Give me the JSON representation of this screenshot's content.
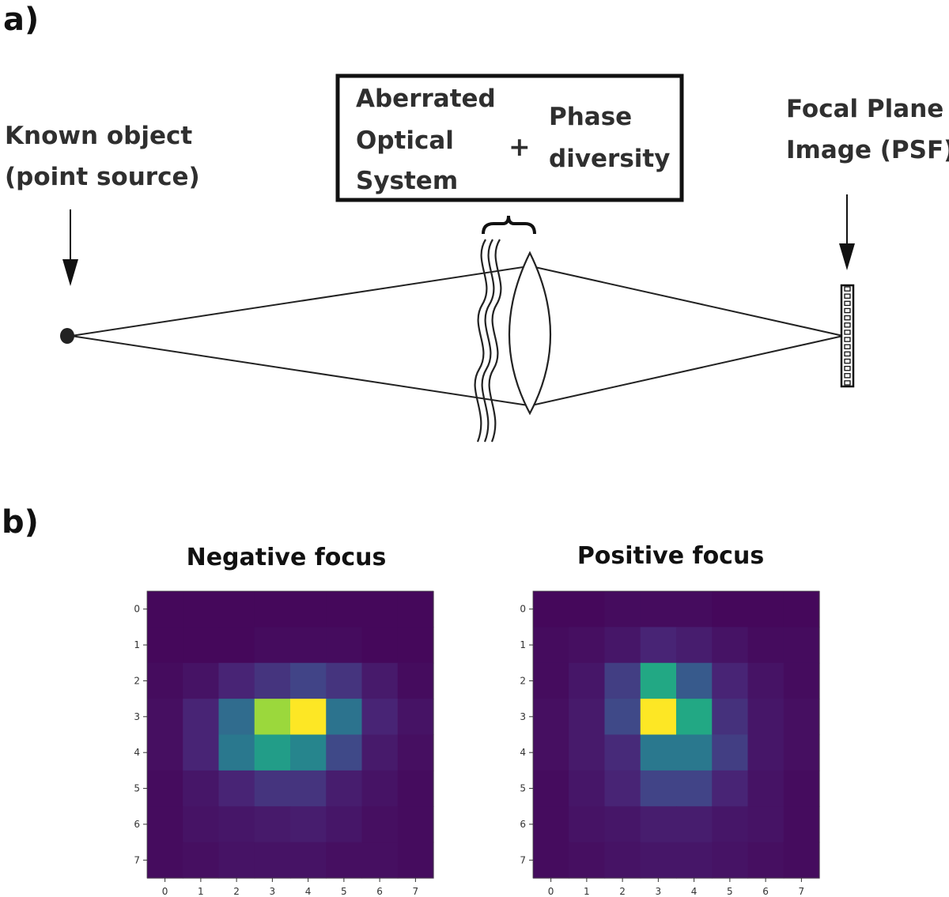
{
  "panel_a": {
    "label": "a)",
    "source": {
      "line1": "Known object",
      "line2": "(point source)"
    },
    "box": {
      "left": {
        "line1": "Aberrated",
        "line2": "Optical",
        "line3": "System"
      },
      "plus": "+",
      "right": {
        "line1": "Phase",
        "line2": "diversity"
      }
    },
    "detector": {
      "line1": "Focal Plane",
      "line2": "Image (PSF)"
    }
  },
  "panel_b": {
    "label": "b)",
    "charts": [
      {
        "title": "Negative focus"
      },
      {
        "title": "Positive focus"
      }
    ]
  },
  "chart_data": [
    {
      "type": "heatmap",
      "title": "Negative focus",
      "x": [
        0,
        1,
        2,
        3,
        4,
        5,
        6,
        7
      ],
      "y": [
        0,
        1,
        2,
        3,
        4,
        5,
        6,
        7
      ],
      "xlim": [
        -0.5,
        7.5
      ],
      "ylim": [
        7.5,
        -0.5
      ],
      "colormap": "viridis",
      "values": [
        [
          0.02,
          0.02,
          0.02,
          0.02,
          0.02,
          0.02,
          0.02,
          0.02
        ],
        [
          0.02,
          0.02,
          0.02,
          0.03,
          0.03,
          0.03,
          0.02,
          0.02
        ],
        [
          0.03,
          0.05,
          0.1,
          0.15,
          0.2,
          0.15,
          0.07,
          0.03
        ],
        [
          0.04,
          0.1,
          0.35,
          0.85,
          1.0,
          0.38,
          0.1,
          0.05
        ],
        [
          0.04,
          0.1,
          0.4,
          0.55,
          0.45,
          0.22,
          0.07,
          0.04
        ],
        [
          0.03,
          0.06,
          0.1,
          0.15,
          0.15,
          0.08,
          0.05,
          0.03
        ],
        [
          0.03,
          0.05,
          0.06,
          0.07,
          0.08,
          0.06,
          0.04,
          0.03
        ],
        [
          0.03,
          0.04,
          0.05,
          0.05,
          0.05,
          0.04,
          0.04,
          0.03
        ]
      ]
    },
    {
      "type": "heatmap",
      "title": "Positive focus",
      "x": [
        0,
        1,
        2,
        3,
        4,
        5,
        6,
        7
      ],
      "y": [
        0,
        1,
        2,
        3,
        4,
        5,
        6,
        7
      ],
      "xlim": [
        -0.5,
        7.5
      ],
      "ylim": [
        7.5,
        -0.5
      ],
      "colormap": "viridis",
      "values": [
        [
          0.02,
          0.02,
          0.03,
          0.03,
          0.03,
          0.02,
          0.02,
          0.02
        ],
        [
          0.03,
          0.04,
          0.06,
          0.1,
          0.08,
          0.05,
          0.03,
          0.03
        ],
        [
          0.03,
          0.06,
          0.18,
          0.6,
          0.28,
          0.1,
          0.05,
          0.03
        ],
        [
          0.04,
          0.07,
          0.22,
          1.0,
          0.6,
          0.14,
          0.06,
          0.04
        ],
        [
          0.04,
          0.07,
          0.12,
          0.4,
          0.4,
          0.18,
          0.06,
          0.04
        ],
        [
          0.03,
          0.06,
          0.1,
          0.2,
          0.2,
          0.1,
          0.05,
          0.03
        ],
        [
          0.03,
          0.05,
          0.06,
          0.08,
          0.08,
          0.06,
          0.05,
          0.03
        ],
        [
          0.03,
          0.04,
          0.05,
          0.06,
          0.06,
          0.05,
          0.04,
          0.03
        ]
      ]
    }
  ]
}
